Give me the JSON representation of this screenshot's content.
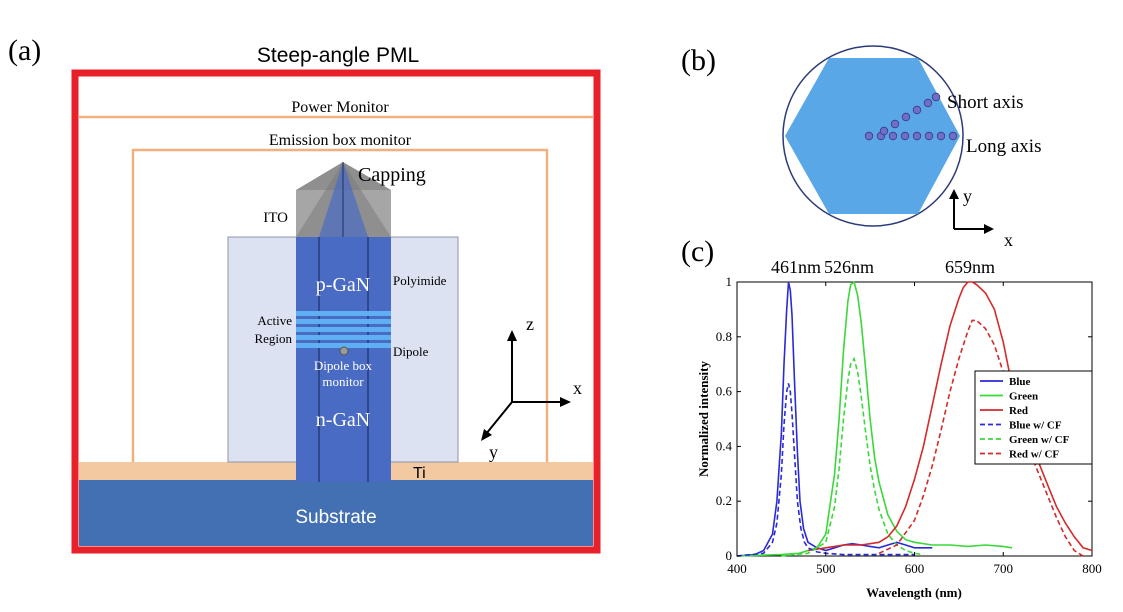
{
  "panel_a": {
    "label": "(a)",
    "pml_label": "Steep-angle PML",
    "power_monitor": "Power Monitor",
    "emission_box_monitor": "Emission box monitor",
    "capping": "Capping",
    "ito": "ITO",
    "polyimide": "Polyimide",
    "p_gan": "p-GaN",
    "active_region_line1": "Active",
    "active_region_line2": "Region",
    "dipole": "Dipole",
    "dipole_box_line1": "Dipole box",
    "dipole_box_line2": "monitor",
    "n_gan": "n-GaN",
    "ti": "Ti",
    "substrate": "Substrate",
    "axis_z": "z",
    "axis_x": "x",
    "axis_y": "y"
  },
  "panel_b": {
    "label": "(b)",
    "short_axis": "Short axis",
    "long_axis": "Long axis",
    "axis_y": "y",
    "axis_x": "x"
  },
  "panel_c": {
    "label": "(c)",
    "peak_blue": "461nm",
    "peak_green": "526nm",
    "peak_red": "659nm"
  },
  "colors": {
    "pml_red": "#e8202a",
    "monitor_orange": "#f0b080",
    "substrate_blue": "#4370b3",
    "nanorod_blue": "#4a6bc4",
    "polyimide_fill": "#dde2f3",
    "ti_fill": "#f3c9a2",
    "ito_gray": "#a6a6a6",
    "active_region": "#5fb0f2",
    "hexagon_fill": "#5aa7e8",
    "dot_purple": "#6f6fc8",
    "blue": "#2a2ad6",
    "green": "#3ad83a",
    "red": "#d42a2a"
  },
  "chart_data": {
    "type": "line",
    "xlabel": "Wavelength (nm)",
    "ylabel": "Normalized intensity",
    "xlim": [
      400,
      800
    ],
    "ylim": [
      0,
      1
    ],
    "xticks": [
      "400",
      "500",
      "600",
      "700",
      "800"
    ],
    "yticks": [
      "0",
      "0.2",
      "0.4",
      "0.6",
      "0.8",
      "1"
    ],
    "legend_position": "right",
    "series": [
      {
        "name": "Blue",
        "color": "#2a2ad6",
        "dashed": false,
        "x": [
          400,
          420,
          430,
          440,
          445,
          450,
          453,
          456,
          458,
          460,
          462,
          465,
          468,
          471,
          475,
          480,
          490,
          500,
          510,
          520,
          530,
          540,
          550,
          560,
          570,
          580,
          590,
          600,
          620
        ],
        "y": [
          0,
          0.005,
          0.02,
          0.08,
          0.2,
          0.45,
          0.7,
          0.9,
          1.0,
          0.97,
          0.88,
          0.62,
          0.38,
          0.2,
          0.1,
          0.05,
          0.03,
          0.02,
          0.03,
          0.04,
          0.045,
          0.04,
          0.035,
          0.03,
          0.04,
          0.05,
          0.04,
          0.03,
          0.03
        ]
      },
      {
        "name": "Green",
        "color": "#3ad83a",
        "dashed": false,
        "x": [
          400,
          450,
          470,
          490,
          500,
          510,
          515,
          520,
          525,
          528,
          532,
          536,
          540,
          545,
          550,
          555,
          560,
          570,
          580,
          590,
          600,
          620,
          640,
          660,
          680,
          700,
          710
        ],
        "y": [
          0,
          0.005,
          0.01,
          0.03,
          0.08,
          0.3,
          0.5,
          0.75,
          0.93,
          0.99,
          1.0,
          0.95,
          0.85,
          0.68,
          0.5,
          0.36,
          0.27,
          0.15,
          0.09,
          0.06,
          0.05,
          0.04,
          0.04,
          0.035,
          0.04,
          0.035,
          0.03
        ]
      },
      {
        "name": "Red",
        "color": "#d42a2a",
        "dashed": false,
        "x": [
          480,
          500,
          520,
          540,
          560,
          570,
          580,
          590,
          600,
          610,
          620,
          630,
          640,
          650,
          655,
          660,
          665,
          670,
          680,
          690,
          700,
          710,
          720,
          730,
          740,
          750,
          760,
          770,
          780,
          790,
          800
        ],
        "y": [
          0.02,
          0.03,
          0.04,
          0.04,
          0.05,
          0.07,
          0.11,
          0.18,
          0.28,
          0.4,
          0.55,
          0.7,
          0.84,
          0.94,
          0.98,
          1.0,
          1.0,
          0.99,
          0.96,
          0.9,
          0.78,
          0.62,
          0.5,
          0.42,
          0.34,
          0.26,
          0.18,
          0.12,
          0.07,
          0.03,
          0.02
        ]
      },
      {
        "name": "Blue w/ CF",
        "color": "#2a2ad6",
        "dashed": true,
        "x": [
          400,
          430,
          440,
          445,
          450,
          453,
          456,
          458,
          460,
          462,
          465,
          468,
          472,
          476,
          480,
          490,
          500,
          520,
          540,
          560,
          580,
          600
        ],
        "y": [
          0,
          0.01,
          0.05,
          0.12,
          0.3,
          0.48,
          0.6,
          0.63,
          0.6,
          0.52,
          0.36,
          0.2,
          0.1,
          0.05,
          0.03,
          0.015,
          0.01,
          0.005,
          0.005,
          0.005,
          0.005,
          0.005
        ]
      },
      {
        "name": "Green w/ CF",
        "color": "#3ad83a",
        "dashed": true,
        "x": [
          450,
          480,
          500,
          510,
          515,
          520,
          525,
          528,
          532,
          536,
          540,
          545,
          550,
          555,
          560,
          570,
          580,
          590,
          600,
          610
        ],
        "y": [
          0,
          0.01,
          0.05,
          0.18,
          0.32,
          0.5,
          0.64,
          0.7,
          0.72,
          0.67,
          0.58,
          0.45,
          0.33,
          0.24,
          0.17,
          0.08,
          0.04,
          0.02,
          0.01,
          0.005
        ]
      },
      {
        "name": "Red w/ CF",
        "color": "#d42a2a",
        "dashed": true,
        "x": [
          560,
          580,
          600,
          610,
          620,
          630,
          640,
          650,
          660,
          665,
          670,
          680,
          690,
          700,
          710,
          720,
          730,
          740,
          750,
          760,
          770,
          780,
          790
        ],
        "y": [
          0.01,
          0.04,
          0.13,
          0.22,
          0.33,
          0.46,
          0.6,
          0.72,
          0.82,
          0.86,
          0.86,
          0.83,
          0.77,
          0.67,
          0.56,
          0.46,
          0.38,
          0.3,
          0.22,
          0.14,
          0.07,
          0.02,
          0.0
        ]
      }
    ]
  }
}
